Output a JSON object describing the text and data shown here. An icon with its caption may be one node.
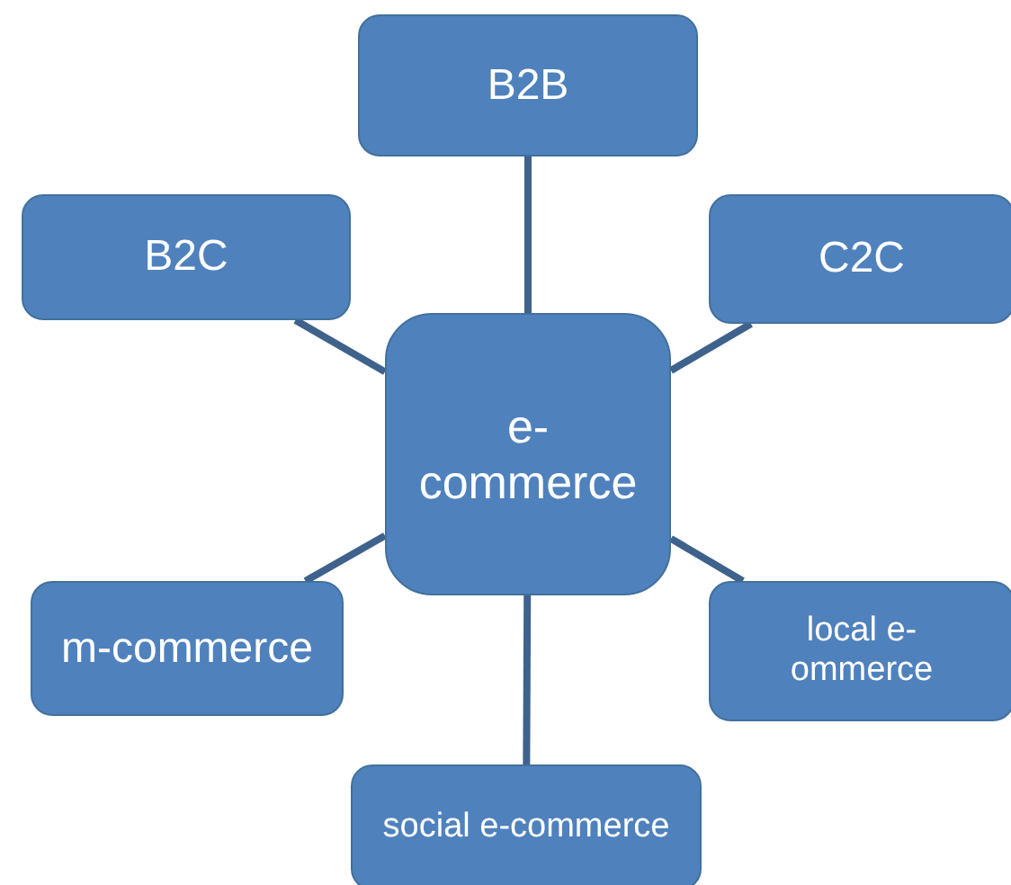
{
  "diagram": {
    "nodes": [
      {
        "text": [
          "e- commerce"
        ]
      },
      {
        "text": [
          "B2B"
        ]
      },
      {
        "text": [
          "B2C"
        ]
      },
      {
        "text": [
          "C2C"
        ]
      },
      {
        "text": [
          "m-commerce"
        ]
      },
      {
        "text": [
          "local e- ommerce"
        ]
      },
      {
        "text": [
          "social e-commerce"
        ]
      }
    ],
    "edges": [
      {
        "from": 0,
        "to": 1,
        "arrow": "none"
      },
      {
        "from": 0,
        "to": 2,
        "arrow": "none"
      },
      {
        "from": 0,
        "to": 3,
        "arrow": "none"
      },
      {
        "from": 0,
        "to": 4,
        "arrow": "none"
      },
      {
        "from": 0,
        "to": 5,
        "arrow": "none"
      },
      {
        "from": 0,
        "to": 6,
        "arrow": "none"
      }
    ]
  }
}
